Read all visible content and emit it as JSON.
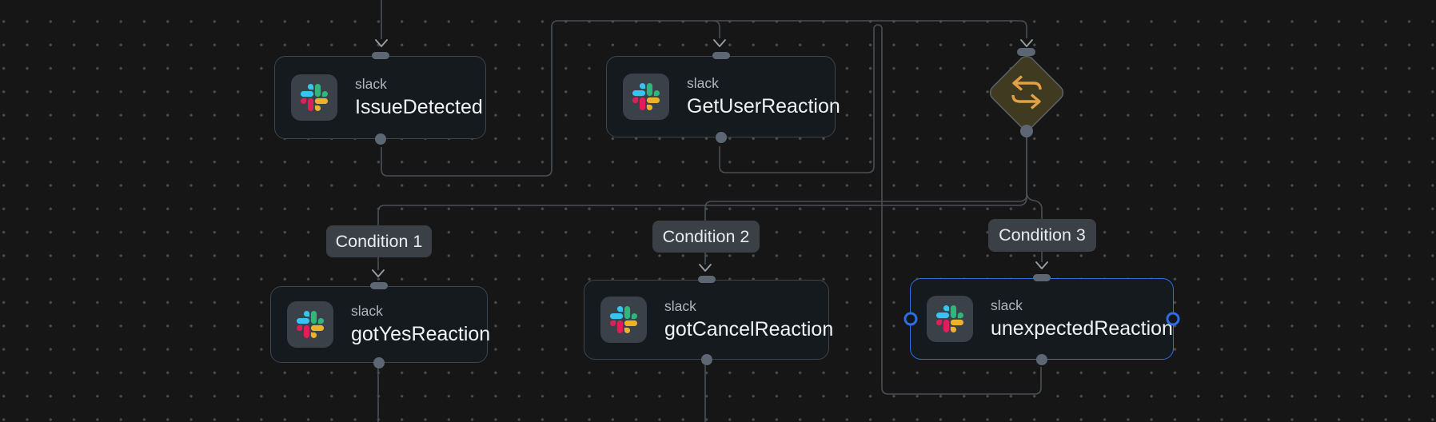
{
  "app_context": {
    "view": "workflow-canvas",
    "theme": "dark"
  },
  "colors": {
    "canvas_bg": "#161616",
    "grid_dot": "#4b4b4b",
    "node_bg": "#151a1e",
    "node_border": "#3e454d",
    "selected_border": "#2e6ee4",
    "edge": "#4b4f54",
    "arrowhead": "#9aa1a8",
    "connector": "#5d6773",
    "label_bg": "#3b4047",
    "label_text": "#e8ebee",
    "title_text": "#f0f2f4",
    "app_text": "#b0b6bd",
    "icon_tile_bg": "#3b4149",
    "switch_fill": "#3f3a20",
    "switch_border": "#5a5f66",
    "switch_icon": "#e2a144",
    "slack_blue": "#36C5F0",
    "slack_green": "#2EB67D",
    "slack_yellow": "#ECB22E",
    "slack_red": "#E01E5A"
  },
  "nodes": [
    {
      "app": "slack",
      "title": "IssueDetected",
      "icon": "slack-icon",
      "selected": false
    },
    {
      "app": "slack",
      "title": "GetUserReaction",
      "icon": "slack-icon",
      "selected": false
    },
    {
      "type": "switch",
      "icon": "switch-arrows-icon",
      "selected": false
    },
    {
      "app": "slack",
      "title": "gotYesReaction",
      "icon": "slack-icon",
      "selected": false
    },
    {
      "app": "slack",
      "title": "gotCancelReaction",
      "icon": "slack-icon",
      "selected": false
    },
    {
      "app": "slack",
      "title": "unexpectedReaction",
      "icon": "slack-icon",
      "selected": true
    }
  ],
  "edge_labels": [
    {
      "text": "Condition 1"
    },
    {
      "text": "Condition 2"
    },
    {
      "text": "Condition 3"
    }
  ]
}
